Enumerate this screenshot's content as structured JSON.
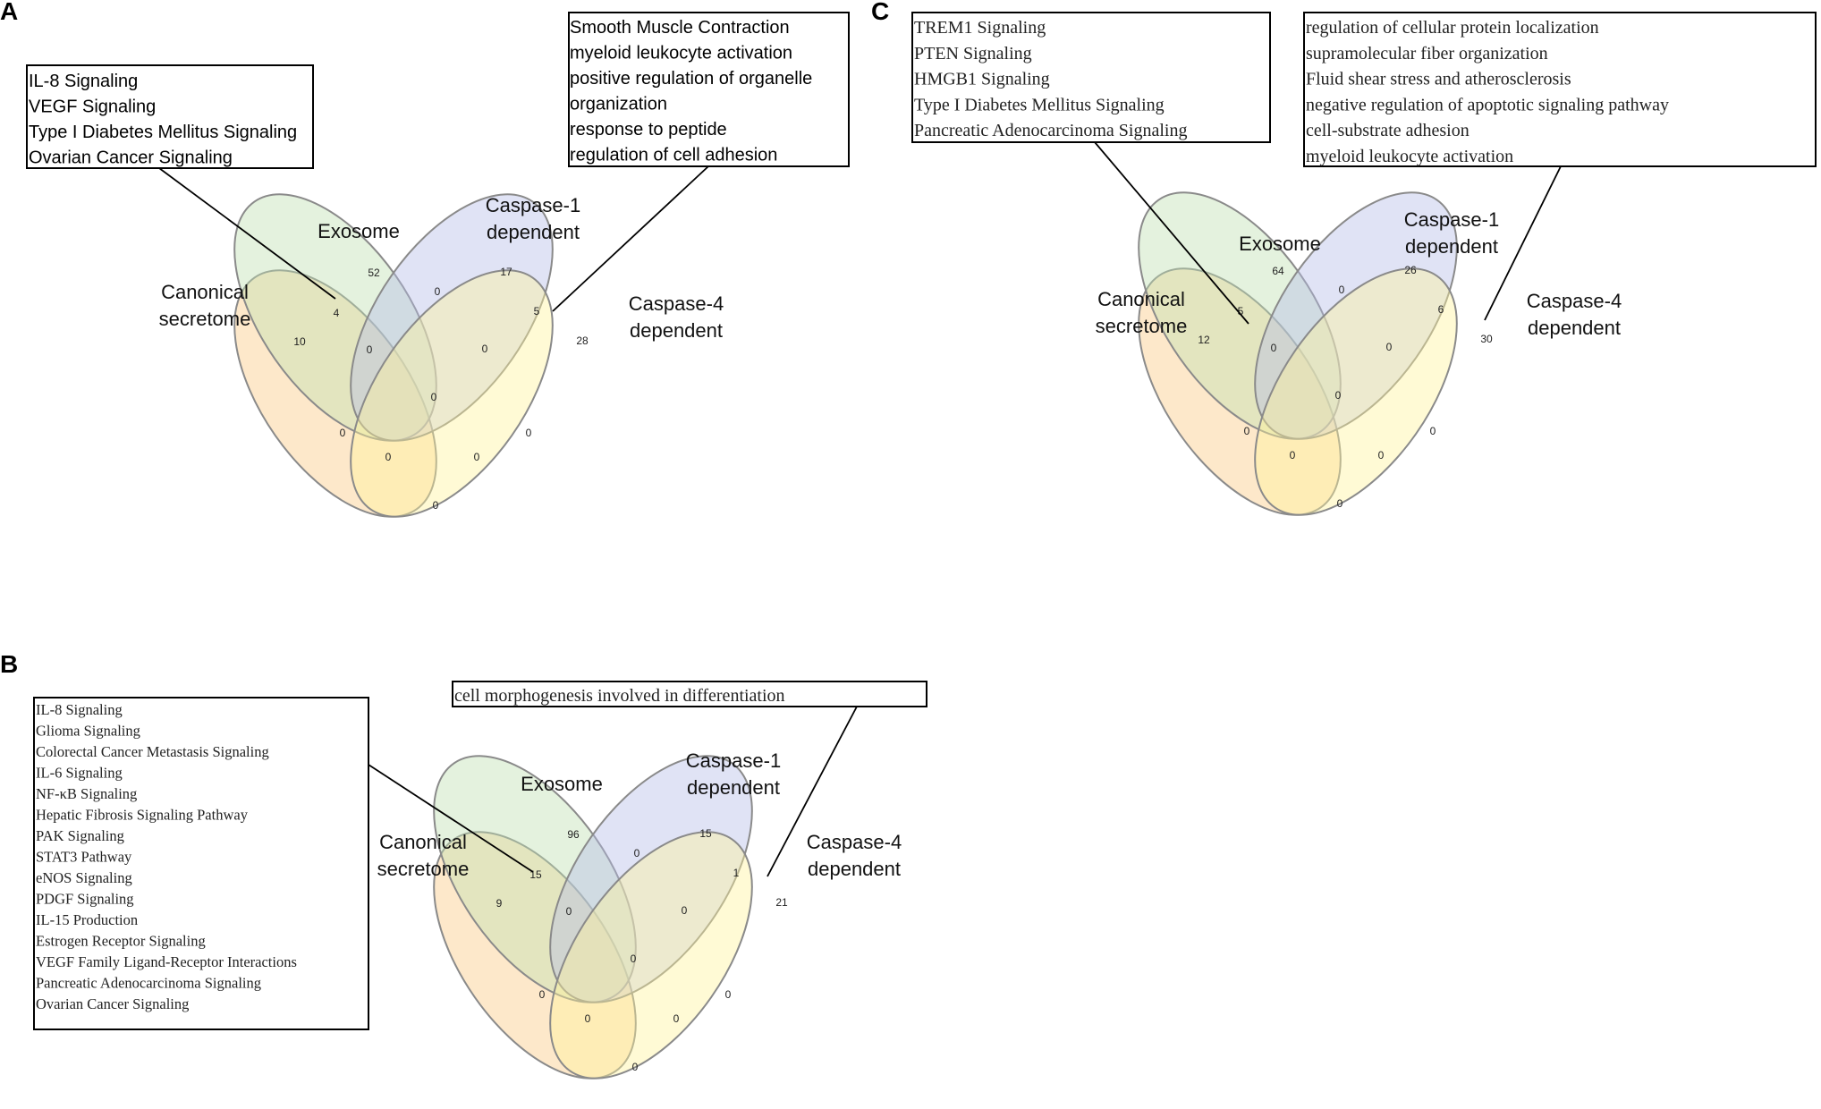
{
  "colors": {
    "canonical_secretome": "#fbc980",
    "exosome": "#bfe0b0",
    "caspase1_dependent": "#b4bde8",
    "caspase4_dependent": "#fff29a"
  },
  "venn_set_labels": {
    "canonical_line1": "Canonical",
    "canonical_line2": "secretome",
    "exosome": "Exosome",
    "caspase1_line1": "Caspase-1",
    "caspase1_line2": "dependent",
    "caspase4_line1": "Caspase-4",
    "caspase4_line2": "dependent"
  },
  "panels": [
    {
      "label": "A",
      "counts": {
        "canonical_only": "10",
        "exosome_only": "52",
        "caspase1_only": "17",
        "caspase4_only": "28",
        "canonical_exosome": "4",
        "exosome_caspase1": "0",
        "caspase1_caspase4": "5",
        "canonical_exosome_caspase1": "0",
        "exosome_caspase1_caspase4": "0",
        "all_four": "0",
        "canonical_caspase1": "0",
        "exosome_caspase4": "0",
        "canonical_caspase1_caspase4": "0",
        "canonical_exosome_caspase4": "0",
        "canonical_caspase4": "0"
      },
      "left_box_lines": [
        "IL-8 Signaling",
        "VEGF Signaling",
        "Type I Diabetes Mellitus Signaling",
        "Ovarian Cancer Signaling"
      ],
      "right_box_lines": [
        "Smooth Muscle Contraction",
        "myeloid leukocyte activation",
        "positive regulation of organelle",
        "organization",
        "response to peptide",
        "regulation of cell adhesion"
      ]
    },
    {
      "label": "B",
      "counts": {
        "canonical_only": "9",
        "exosome_only": "96",
        "caspase1_only": "15",
        "caspase4_only": "21",
        "canonical_exosome": "15",
        "exosome_caspase1": "0",
        "caspase1_caspase4": "1",
        "canonical_exosome_caspase1": "0",
        "exosome_caspase1_caspase4": "0",
        "all_four": "0",
        "canonical_caspase1": "0",
        "exosome_caspase4": "0",
        "canonical_caspase1_caspase4": "0",
        "canonical_exosome_caspase4": "0",
        "canonical_caspase4": "0"
      },
      "left_box_lines": [
        "IL-8 Signaling",
        "Glioma Signaling",
        "Colorectal Cancer Metastasis Signaling",
        "IL-6 Signaling",
        "NF-κB Signaling",
        "Hepatic Fibrosis Signaling Pathway",
        "PAK Signaling",
        "STAT3 Pathway",
        "eNOS Signaling",
        "PDGF Signaling",
        "IL-15 Production",
        "Estrogen Receptor Signaling",
        "VEGF Family Ligand-Receptor Interactions",
        "Pancreatic Adenocarcinoma Signaling",
        "Ovarian Cancer Signaling"
      ],
      "right_box_lines": [
        "cell morphogenesis involved in differentiation"
      ]
    },
    {
      "label": "C",
      "counts": {
        "canonical_only": "12",
        "exosome_only": "64",
        "caspase1_only": "26",
        "caspase4_only": "30",
        "canonical_exosome": "5",
        "exosome_caspase1": "0",
        "caspase1_caspase4": "6",
        "canonical_exosome_caspase1": "0",
        "exosome_caspase1_caspase4": "0",
        "all_four": "0",
        "canonical_caspase1": "0",
        "exosome_caspase4": "0",
        "canonical_caspase1_caspase4": "0",
        "canonical_exosome_caspase4": "0",
        "canonical_caspase4": "0"
      },
      "left_box_lines": [
        "TREM1 Signaling",
        "PTEN Signaling",
        "HMGB1 Signaling",
        "Type I Diabetes Mellitus Signaling",
        "Pancreatic Adenocarcinoma Signaling"
      ],
      "right_box_lines": [
        "regulation of cellular protein localization",
        "supramolecular fiber organization",
        "Fluid shear stress and atherosclerosis",
        "negative regulation of apoptotic signaling pathway",
        "cell-substrate adhesion",
        "myeloid leukocyte activation"
      ]
    }
  ]
}
